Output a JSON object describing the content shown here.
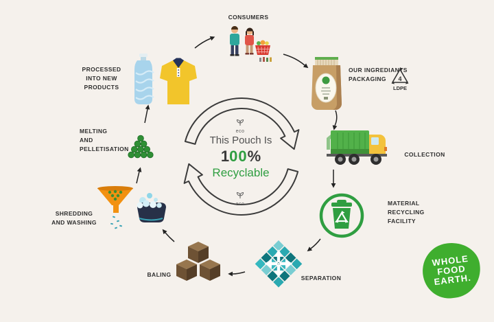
{
  "app": {
    "background": "#f5f1ec"
  },
  "center": {
    "line1": "This Pouch Is",
    "pct_1": "1",
    "pct_00": "00",
    "pct_sign": "%",
    "line3": "Recyclable",
    "eco": "eco"
  },
  "stages": {
    "consumers": {
      "lines": [
        "CONSUMERS"
      ]
    },
    "packaging": {
      "lines": [
        "OUR INGREDIANTS",
        "PACKAGING"
      ]
    },
    "collection": {
      "lines": [
        "COLLECTION"
      ]
    },
    "mrf": {
      "lines": [
        "MATERIAL",
        "RECYCLING",
        "FACILITY"
      ]
    },
    "separation": {
      "lines": [
        "SEPARATION"
      ]
    },
    "baling": {
      "lines": [
        "BALING"
      ]
    },
    "shredding": {
      "lines": [
        "SHREDDING",
        "AND WASHING"
      ]
    },
    "melting": {
      "lines": [
        "MELTING",
        "AND",
        "PELLETISATION"
      ]
    },
    "processed": {
      "lines": [
        "PROCESSED",
        "INTO NEW PRODUCTS"
      ]
    }
  },
  "ldpe": {
    "number": "4",
    "code": "LDPE"
  },
  "logo": {
    "lines": [
      "WHOLE",
      "FOOD",
      "EARTH."
    ]
  },
  "icons": {
    "consumers": "two-shoppers-with-basket",
    "packaging": "kraft-pouch",
    "ldpe": "recycling-triangle-code-4",
    "collection": "garbage-truck",
    "mrf": "green-circle-recycling-bin",
    "separation": "teal-diamond-outward-arrows",
    "baling": "three-stacked-cubes",
    "shredding": "funnel-and-wash-tub",
    "melting": "green-pellet-pyramid",
    "processed": "water-bottle-and-polo-shirt",
    "center": "circular-recycle-arrows-ring",
    "eco": "leaf-sprout"
  },
  "colors": {
    "green": "#2f9e41",
    "teal": "#2aa9b1",
    "label": "#2e2e2e",
    "logo_green": "#3fae2e"
  }
}
